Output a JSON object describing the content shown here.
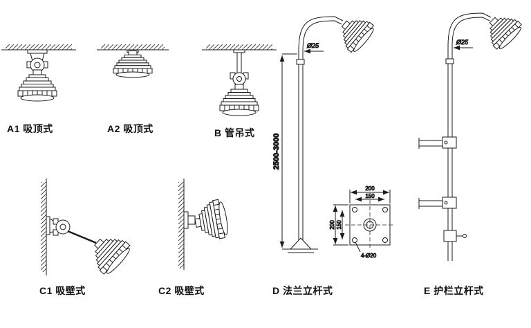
{
  "page": {
    "background": "#ffffff",
    "line_color": "#1a1a1a"
  },
  "mount_styles": {
    "a1": {
      "label": "A1 吸顶式"
    },
    "a2": {
      "label": "A2 吸顶式"
    },
    "b": {
      "label": "B 管吊式"
    },
    "c1": {
      "label": "C1 吸壁式"
    },
    "c2": {
      "label": "C2 吸壁式"
    },
    "d": {
      "label": "D 法兰立杆式",
      "pole_diameter": "Ø25",
      "pole_height_range": "2500-3000",
      "flange": {
        "width": "200",
        "hole_spacing_h": "150",
        "height": "200",
        "hole_spacing_v": "150",
        "bolt_holes": "4-Ø20"
      }
    },
    "e": {
      "label": "E 护栏立杆式",
      "pole_diameter": "Ø25"
    }
  }
}
